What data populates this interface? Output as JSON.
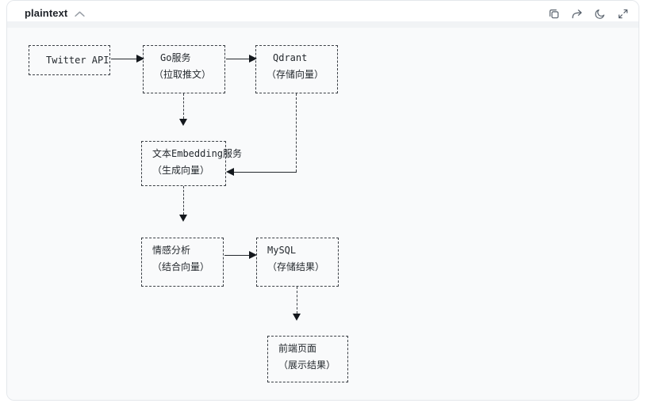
{
  "header": {
    "language": "plaintext",
    "collapse_icon": "chevron-up-icon",
    "actions": [
      {
        "name": "copy",
        "icon": "copy-icon"
      },
      {
        "name": "forward",
        "icon": "arrow-forward-icon"
      },
      {
        "name": "theme-toggle",
        "icon": "moon-icon"
      },
      {
        "name": "expand",
        "icon": "expand-icon"
      }
    ]
  },
  "diagram": {
    "boxes": [
      {
        "id": "twitter-api",
        "title": "Twitter API",
        "subtitle": ""
      },
      {
        "id": "go-service",
        "title": "Go服务",
        "subtitle": "（拉取推文）"
      },
      {
        "id": "qdrant",
        "title": "Qdrant",
        "subtitle": "（存储向量）"
      },
      {
        "id": "embedding",
        "title": "文本Embedding服务",
        "subtitle": "（生成向量）"
      },
      {
        "id": "sentiment",
        "title": "情感分析",
        "subtitle": "（结合向量）"
      },
      {
        "id": "mysql",
        "title": "MySQL",
        "subtitle": "（存储结果）"
      },
      {
        "id": "frontend",
        "title": "前端页面",
        "subtitle": "（展示结果）"
      }
    ],
    "edges": [
      {
        "from": "Twitter API",
        "to": "Go服务"
      },
      {
        "from": "Go服务",
        "to": "Qdrant"
      },
      {
        "from": "Go服务",
        "to": "文本Embedding服务"
      },
      {
        "from": "Qdrant",
        "to": "文本Embedding服务"
      },
      {
        "from": "文本Embedding服务",
        "to": "情感分析"
      },
      {
        "from": "情感分析",
        "to": "MySQL"
      },
      {
        "from": "MySQL",
        "to": "前端页面"
      }
    ]
  },
  "colors": {
    "card_border": "#e4e7eb",
    "content_bg": "#f9fafb",
    "header_bg": "#ffffff",
    "divider": "#f1f3f5",
    "diagram_text": "#24292e",
    "box_border": "#3a3f45",
    "icon_gray": "#59626d"
  }
}
